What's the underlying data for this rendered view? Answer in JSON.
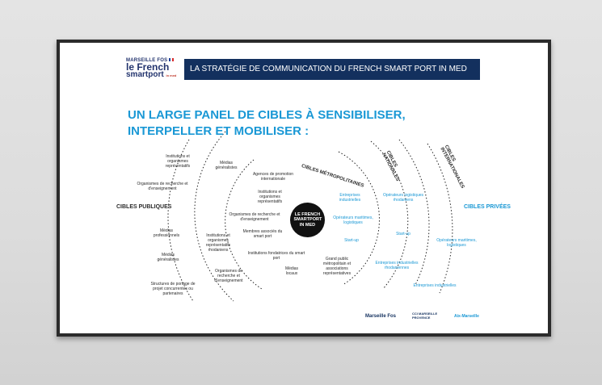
{
  "logo": {
    "line1": "MARSEILLE FOS",
    "line2": "le French",
    "line3": "smartport",
    "tag": "in med"
  },
  "header": {
    "title": "LA STRATÉGIE DE COMMUNICATION DU FRENCH SMART PORT IN MED"
  },
  "headline": {
    "line1": "UN LARGE PANEL DE CIBLES À SENSIBILISER,",
    "line2": "INTERPELLER ET MOBILISER :"
  },
  "center": {
    "label": "LE FRENCH SMARTPORT IN MED"
  },
  "groups": {
    "publiques": "CIBLES PUBLIQUES",
    "privees": "CIBLES PRIVÉES",
    "metropolitaines": "CIBLES MÉTROPOLITAINES",
    "nationales": "CIBLES NATIONALES",
    "internationales": "CIBLES INTERNATIONALES"
  },
  "left_outer": [
    "Institutions et organismes représentatifs",
    "Organismes de recherche et d'enseignement",
    "Médias professionnels",
    "Médias généralistes",
    "Structures de portage de projet concurrentes ou partenaires"
  ],
  "left_middle": [
    "Médias généralistes",
    "Institutions et organismes représentatifs rhodaniens",
    "Organismes de recherche et d'enseignement"
  ],
  "left_inner": [
    "Agences de promotion internationale",
    "Institutions et organismes représentatifs",
    "Organismes de recherche et d'enseignement",
    "Membres associés du smart port",
    "Institutions fondatrices du smart port",
    "Médias locaux"
  ],
  "right_inner": [
    "Entreprises industrielles",
    "Opérateurs maritimes, logistiques",
    "Start-up",
    "Grand public métropolitain et associations représentatives"
  ],
  "right_middle": [
    "Opérateurs logistiques rhodaniens",
    "Start-up",
    "Entreprises industrielles rhodaniennes"
  ],
  "right_outer": [
    "Opérateurs maritimes, logistiques",
    "Entreprises industrielles"
  ],
  "footer": {
    "logo1": "Marseille Fos",
    "logo2": "CCI MARSEILLE PROVENCE",
    "logo3": "Aix-Marseille"
  },
  "colors": {
    "navy": "#13305e",
    "accent": "#1a98d5",
    "dark": "#111111"
  }
}
